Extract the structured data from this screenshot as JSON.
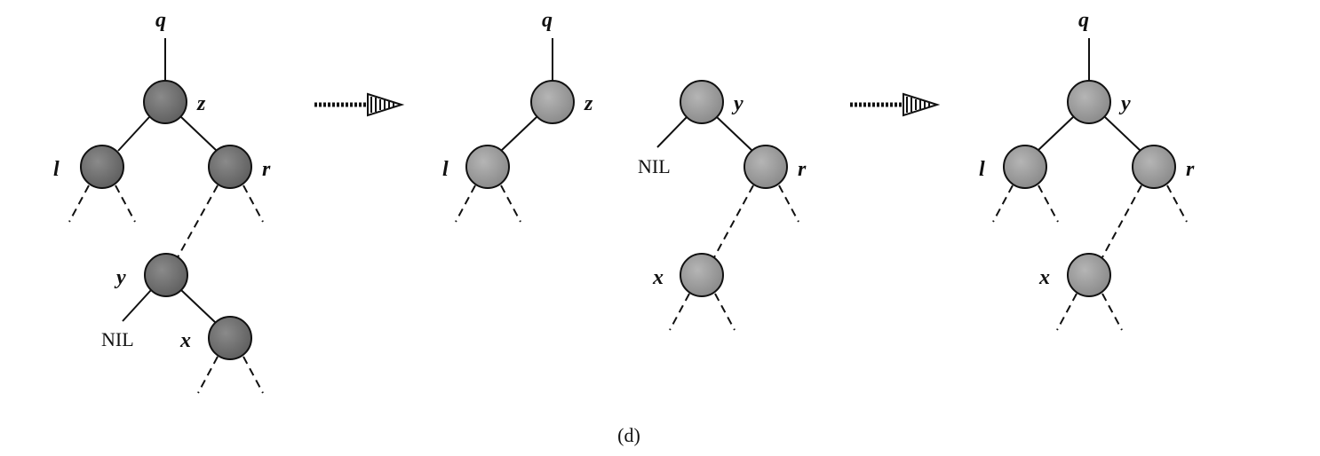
{
  "caption": "(d)",
  "colors": {
    "node_dark": "#6f6f6f",
    "node_light": "#9a9a9a",
    "ink": "#111111"
  },
  "left_tree": {
    "q_label": "q",
    "z_label": "z",
    "l_label": "l",
    "r_label": "r",
    "y_label": "y",
    "x_label": "x",
    "nil_label": "NIL"
  },
  "middle_tree": {
    "q_label": "q",
    "z_label": "z",
    "l_label": "l",
    "y_label": "y",
    "r_label": "r",
    "x_label": "x",
    "nil_label": "NIL"
  },
  "right_tree": {
    "q_label": "q",
    "y_label": "y",
    "l_label": "l",
    "r_label": "r",
    "x_label": "x"
  },
  "arrows": [
    "transition-1",
    "transition-2"
  ]
}
